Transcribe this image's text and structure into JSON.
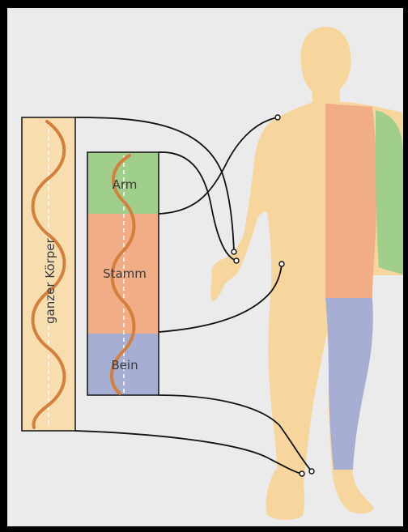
{
  "diagram": {
    "left_column_label": "ganzer Körper",
    "segments": [
      {
        "id": "arm",
        "label": "Arm",
        "color": "#9fcf8a"
      },
      {
        "id": "stamm",
        "label": "Stamm",
        "color": "#f1ad85"
      },
      {
        "id": "bein",
        "label": "Bein",
        "color": "#a7aed3"
      }
    ],
    "colors": {
      "background": "#ebebeb",
      "frame": "#000000",
      "body_skin": "#f6d69c",
      "column_fill": "#f8ddae",
      "wave": "#d47f3b",
      "trunk_region": "#f1ad85",
      "arm_region": "#9fcf8a",
      "leg_region": "#a7aed3",
      "line": "#111111"
    }
  }
}
